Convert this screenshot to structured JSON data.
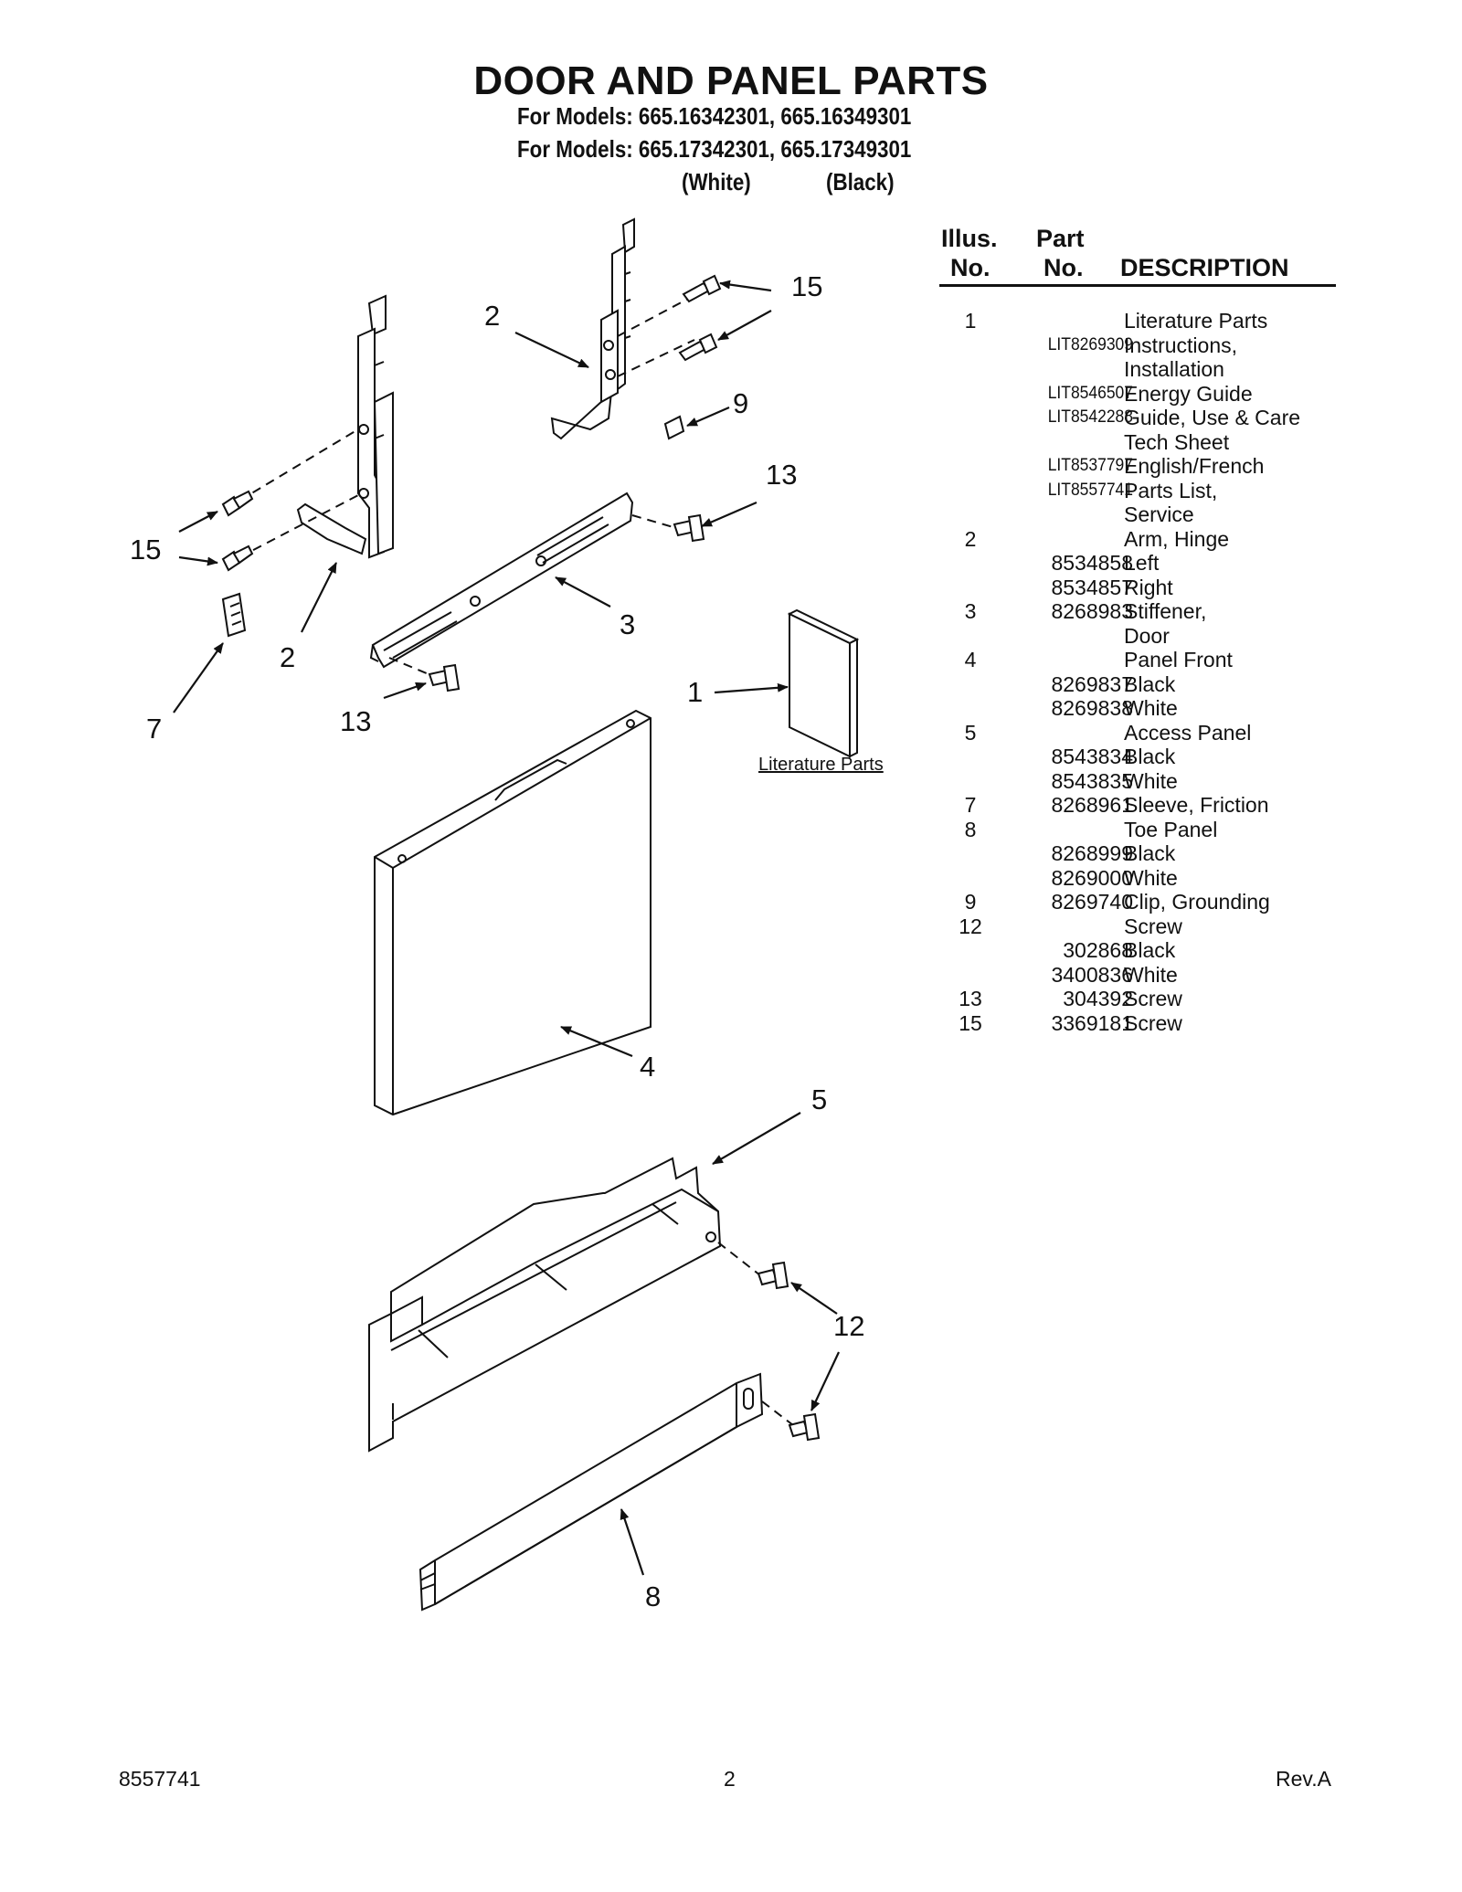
{
  "header": {
    "title": "DOOR AND PANEL PARTS",
    "models_line1": "For Models: 665.16342301, 665.16349301",
    "models_line2": "For Models: 665.17342301, 665.17349301",
    "color_white": "(White)",
    "color_black": "(Black)"
  },
  "table": {
    "headers": {
      "illus_line1": "Illus.",
      "illus_line2": "No.",
      "part_line1": "Part",
      "part_line2": "No.",
      "description": "DESCRIPTION"
    },
    "rows": [
      {
        "illus": "1",
        "part": "",
        "desc": "Literature Parts"
      },
      {
        "illus": "",
        "part": "LIT8269309",
        "desc": "Instructions,"
      },
      {
        "illus": "",
        "part": "",
        "desc": "Installation"
      },
      {
        "illus": "",
        "part": "LIT8546507",
        "desc": "Energy Guide"
      },
      {
        "illus": "",
        "part": "LIT8542288",
        "desc": "Guide, Use & Care"
      },
      {
        "illus": "",
        "part": "",
        "desc": "Tech Sheet"
      },
      {
        "illus": "",
        "part": "LIT8537797",
        "desc": "English/French"
      },
      {
        "illus": "",
        "part": "LIT8557741",
        "desc": "Parts List,"
      },
      {
        "illus": "",
        "part": "",
        "desc": "Service"
      },
      {
        "illus": "2",
        "part": "",
        "desc": "Arm, Hinge"
      },
      {
        "illus": "",
        "part": "8534858",
        "desc": "Left"
      },
      {
        "illus": "",
        "part": "8534857",
        "desc": "Right"
      },
      {
        "illus": "3",
        "part": "8268983",
        "desc": "Stiffener,"
      },
      {
        "illus": "",
        "part": "",
        "desc": "Door"
      },
      {
        "illus": "4",
        "part": "",
        "desc": "Panel Front"
      },
      {
        "illus": "",
        "part": "8269837",
        "desc": "Black"
      },
      {
        "illus": "",
        "part": "8269838",
        "desc": "White"
      },
      {
        "illus": "5",
        "part": "",
        "desc": "Access Panel"
      },
      {
        "illus": "",
        "part": "8543834",
        "desc": "Black"
      },
      {
        "illus": "",
        "part": "8543835",
        "desc": "White"
      },
      {
        "illus": "7",
        "part": "8268961",
        "desc": "Sleeve, Friction"
      },
      {
        "illus": "8",
        "part": "",
        "desc": "Toe Panel"
      },
      {
        "illus": "",
        "part": "8268999",
        "desc": "Black"
      },
      {
        "illus": "",
        "part": "8269000",
        "desc": "White"
      },
      {
        "illus": "9",
        "part": "8269740",
        "desc": "Clip, Grounding"
      },
      {
        "illus": "12",
        "part": "",
        "desc": "Screw"
      },
      {
        "illus": "",
        "part": "302868",
        "desc": "Black"
      },
      {
        "illus": "",
        "part": "3400836",
        "desc": "White"
      },
      {
        "illus": "13",
        "part": "304392",
        "desc": "Screw"
      },
      {
        "illus": "15",
        "part": "3369181",
        "desc": "Screw"
      }
    ]
  },
  "diagram": {
    "callouts": {
      "c15_right": "15",
      "c2_top": "2",
      "c9": "9",
      "c13_right": "13",
      "c15_left": "15",
      "c3": "3",
      "c2_bottom": "2",
      "c7": "7",
      "c13_bottom": "13",
      "c1": "1",
      "c4": "4",
      "c5": "5",
      "c12": "12",
      "c8": "8"
    },
    "literature_label": "Literature Parts"
  },
  "footer": {
    "doc_number": "8557741",
    "page_number": "2",
    "revision": "Rev.A"
  }
}
